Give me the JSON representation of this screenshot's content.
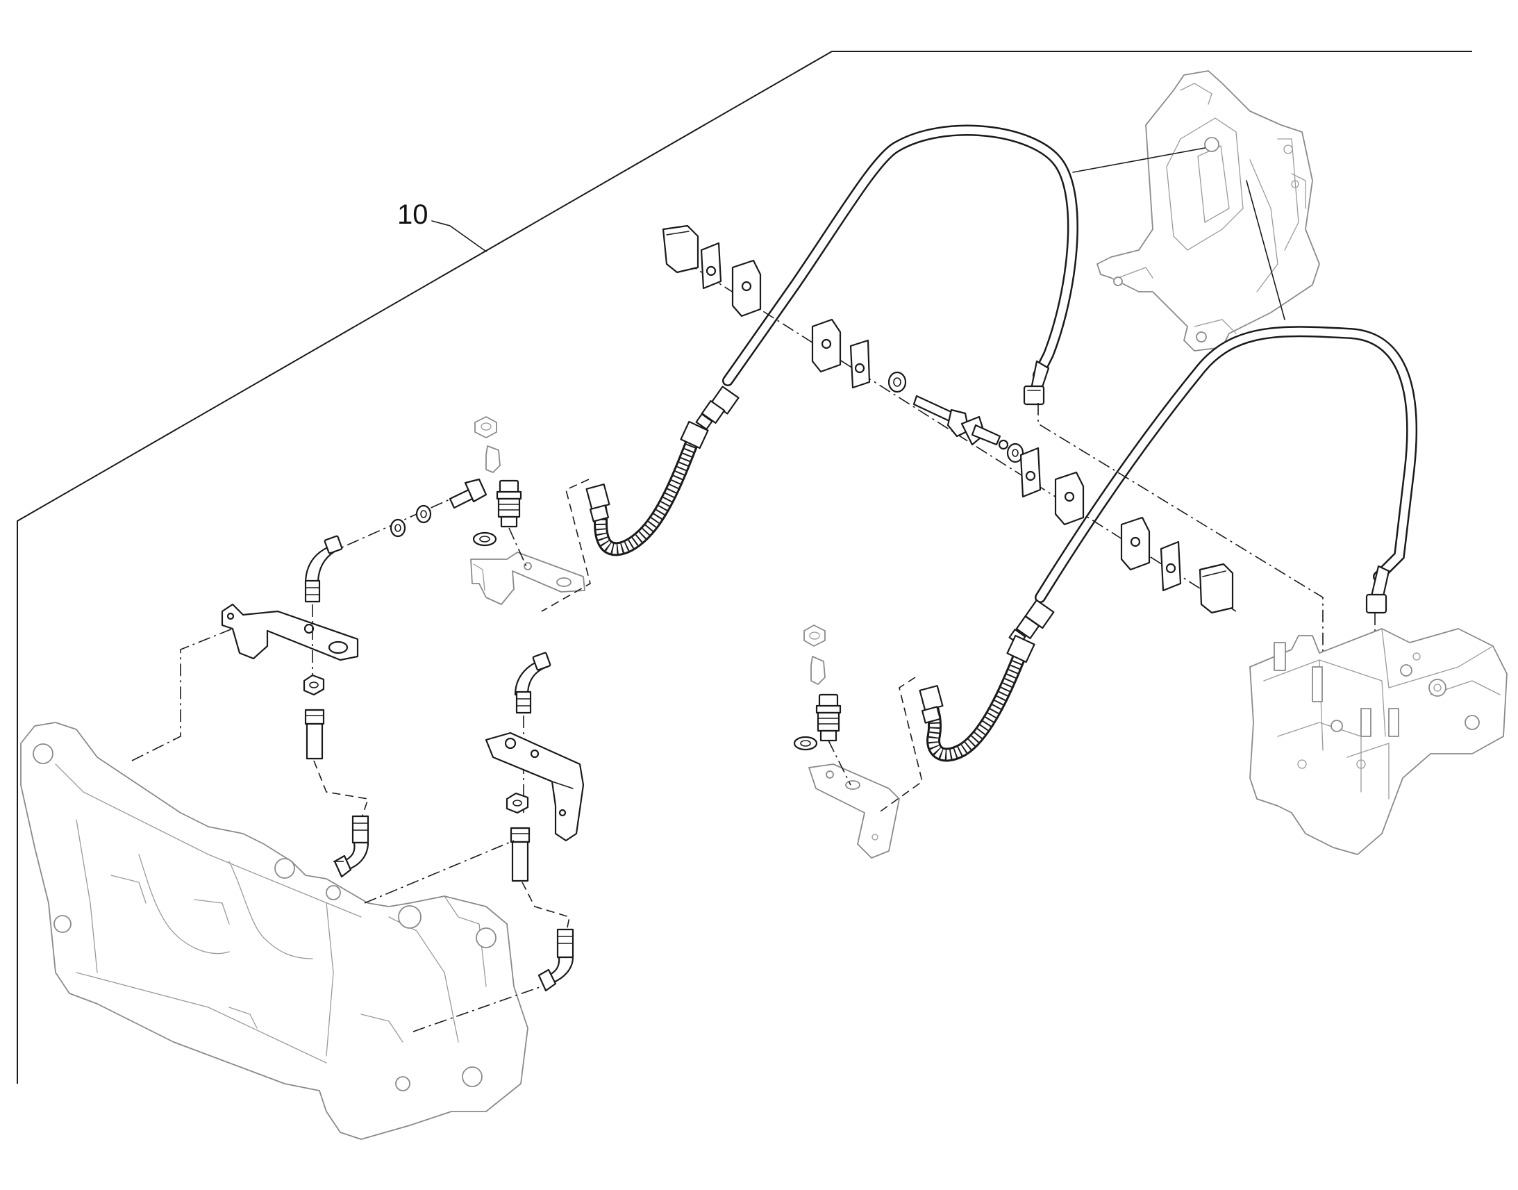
{
  "diagram": {
    "callouts": [
      {
        "id": "callout-10",
        "label": "10"
      }
    ],
    "components": [
      "front-axle-frame",
      "loader-tower-frame",
      "control-valve-block",
      "hydraulic-hose-left",
      "hydraulic-hose-right",
      "hose-clamp-set",
      "mounting-bracket-left",
      "mounting-bracket-center",
      "mounting-bracket-ghost-upper",
      "mounting-bracket-ghost-lower",
      "elbow-fitting-upper",
      "elbow-fitting-lower",
      "bulkhead-fitting-upper",
      "bulkhead-fitting-lower"
    ]
  }
}
